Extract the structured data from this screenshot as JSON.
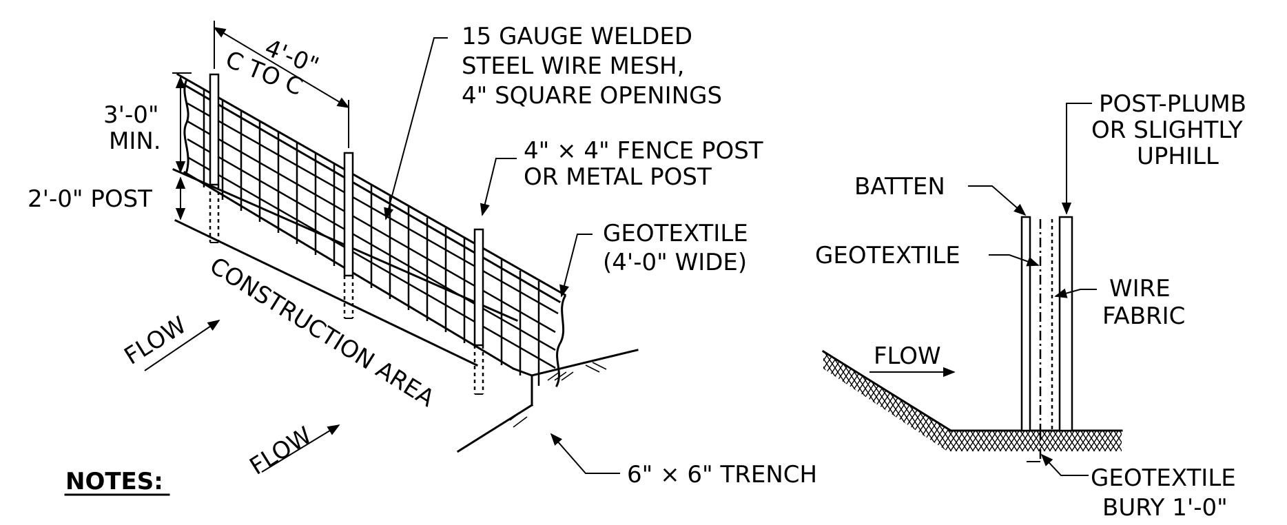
{
  "labels": {
    "spacing_dim": "4'-0\"",
    "spacing_sub": "C TO C",
    "height_dim": "3'-0\"",
    "height_sub": "MIN.",
    "post_dim": "2'-0\" POST",
    "mesh_line1": "15 GAUGE WELDED",
    "mesh_line2": "STEEL WIRE MESH,",
    "mesh_line3": "4\" SQUARE OPENINGS",
    "post_line1": "4\" × 4\" FENCE POST",
    "post_line2": "OR METAL POST",
    "geotextile_line1": "GEOTEXTILE",
    "geotextile_line2": "(4'-0\" WIDE)",
    "construction_area": "CONSTRUCTION AREA",
    "flow_1": "FLOW",
    "flow_2": "FLOW",
    "trench": "6\" × 6\" TRENCH",
    "notes": "NOTES:",
    "batten": "BATTEN",
    "geotextile_side": "GEOTEXTILE",
    "plumb_line1": "POST-PLUMB",
    "plumb_line2": "OR SLIGHTLY",
    "plumb_line3": "UPHILL",
    "wire_line1": "WIRE",
    "wire_line2": "FABRIC",
    "flow_side": "FLOW",
    "bury_line1": "GEOTEXTILE",
    "bury_line2": "BURY 1'-0\""
  },
  "icons": [
    "arrow-icon",
    "post-icon",
    "hatch-soil-icon"
  ],
  "colors": {
    "ink": "#000000",
    "paper": "#ffffff"
  }
}
